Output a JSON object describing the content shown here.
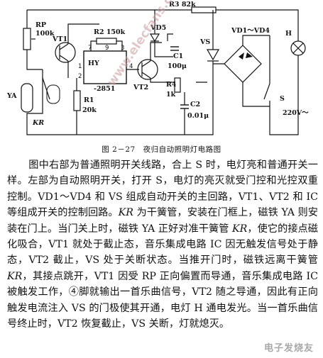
{
  "diagram": {
    "labels": {
      "rp": "RP",
      "rp_val": "100k",
      "r3": "R3 82k",
      "r2": "R2 150k",
      "vt1": "VT1",
      "ic": "HY",
      "ic_part": "-2851",
      "pin1": "1",
      "pin2": "2",
      "pin3": "3",
      "pin4": "4",
      "pin7": "7",
      "pin9": "9",
      "vd5": "VD5",
      "c1": "C1",
      "c1_val": "100μ",
      "vt2": "VT2",
      "r4": "R4",
      "r4_val": "1k",
      "c2": "C2",
      "c2_val": "0.01μ",
      "vs": "VS",
      "vd1_4": "VD1～VD4",
      "h": "H",
      "s": "S",
      "ac": "220V～",
      "ya": "YA",
      "kr": "KR",
      "r1": "R1",
      "r1_val": "20k"
    },
    "watermark": "www.elecfans.com"
  },
  "caption": "图 2－27　夜归自动照明灯电路图",
  "body": [
    "图中右部为普通照明开关线路，合上 S 时，电灯亮和普通开关一样。左部为自动照明开关，打开 S，电灯的亮灭就受门控和光控双重控制。VD1～VD4 和 VS 组成自动开关的主回路，VT1、VT2 和 IC 等组成开关的控制回路。",
    "KR",
    " 为干簧管，安装在门框上，磁铁 YA 则安装在门上。当门关上时，磁铁 YA 正好对准干簧管 ",
    "KR",
    "，使它的接点磁化吸合，VT1 就处于截止态，音乐集成电路 IC 因无触发信号处于静态，VT2 截止，VS 处于关断状态。当推开门时，磁铁远离干簧管 ",
    "KR",
    "，其接点跳开，VT1 因受 RP 正向偏置而导通，音乐集成电路 IC 被触发工作，④脚就输出一首乐曲信号，VT2 随之导通，因此有正向触发电流注入 VS 的门极使其开通，电灯 H 通电发光。当一首乐曲信号终止时，VT2 恢复截止，VS 关断，灯就熄灭。"
  ],
  "logo_text": "电子发烧友"
}
